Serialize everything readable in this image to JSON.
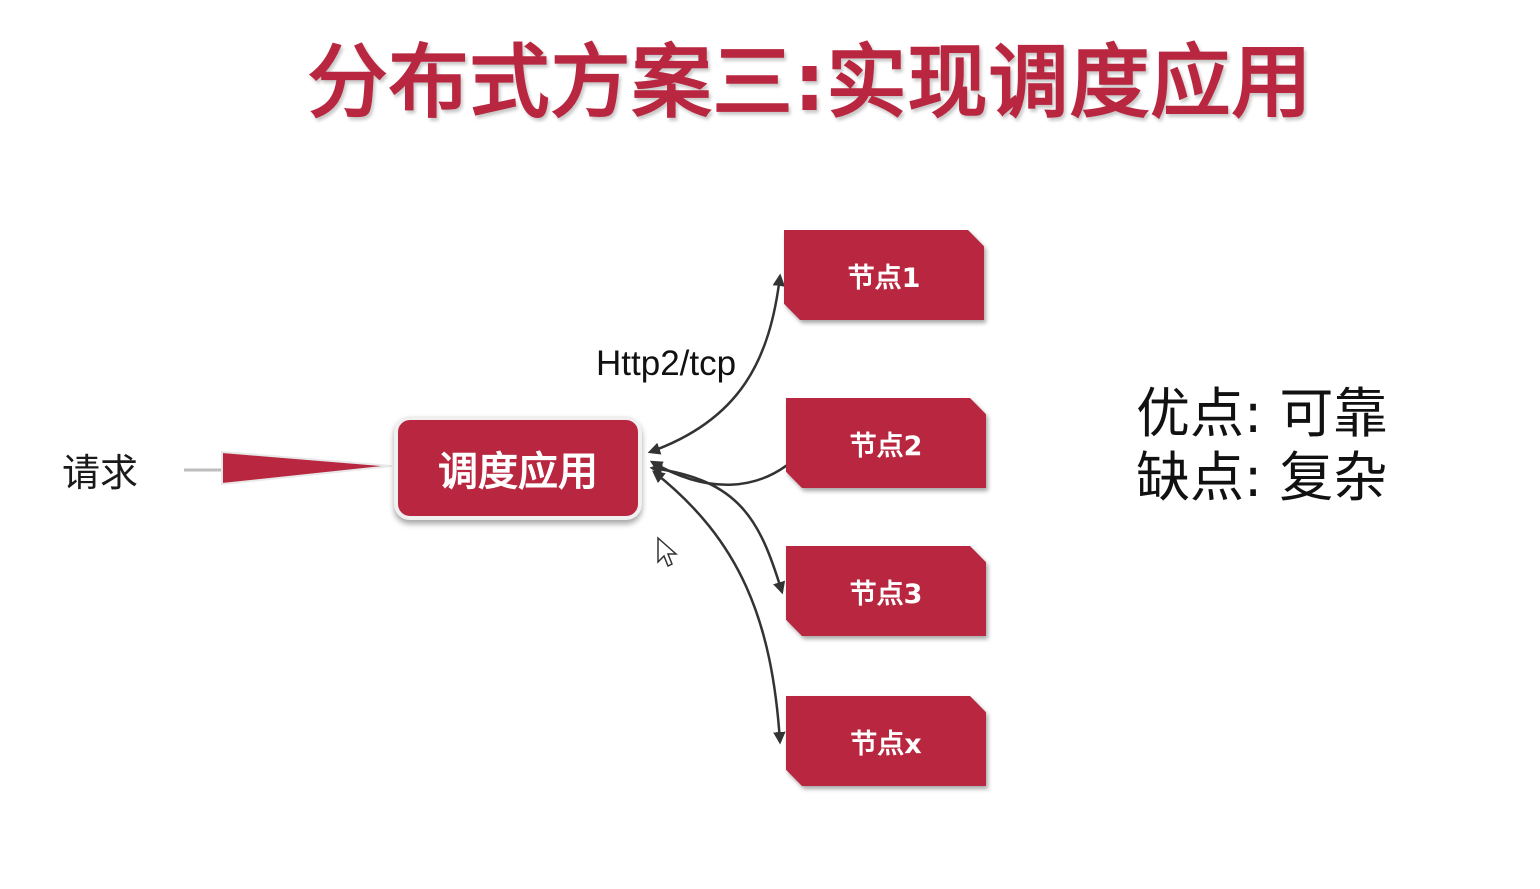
{
  "slide": {
    "title": "分布式方案三:实现调度应用",
    "accent_color": "#b8263f"
  },
  "diagram": {
    "request_label": "请求",
    "protocol_label": "Http2/tcp",
    "scheduler_label": "调度应用",
    "nodes": [
      {
        "label": "节点1"
      },
      {
        "label": "节点2"
      },
      {
        "label": "节点3"
      },
      {
        "label": "节点x"
      }
    ]
  },
  "notes": {
    "pros": "优点: 可靠",
    "cons": "缺点: 复杂"
  },
  "icons": {
    "cursor": "mouse-pointer-icon"
  }
}
